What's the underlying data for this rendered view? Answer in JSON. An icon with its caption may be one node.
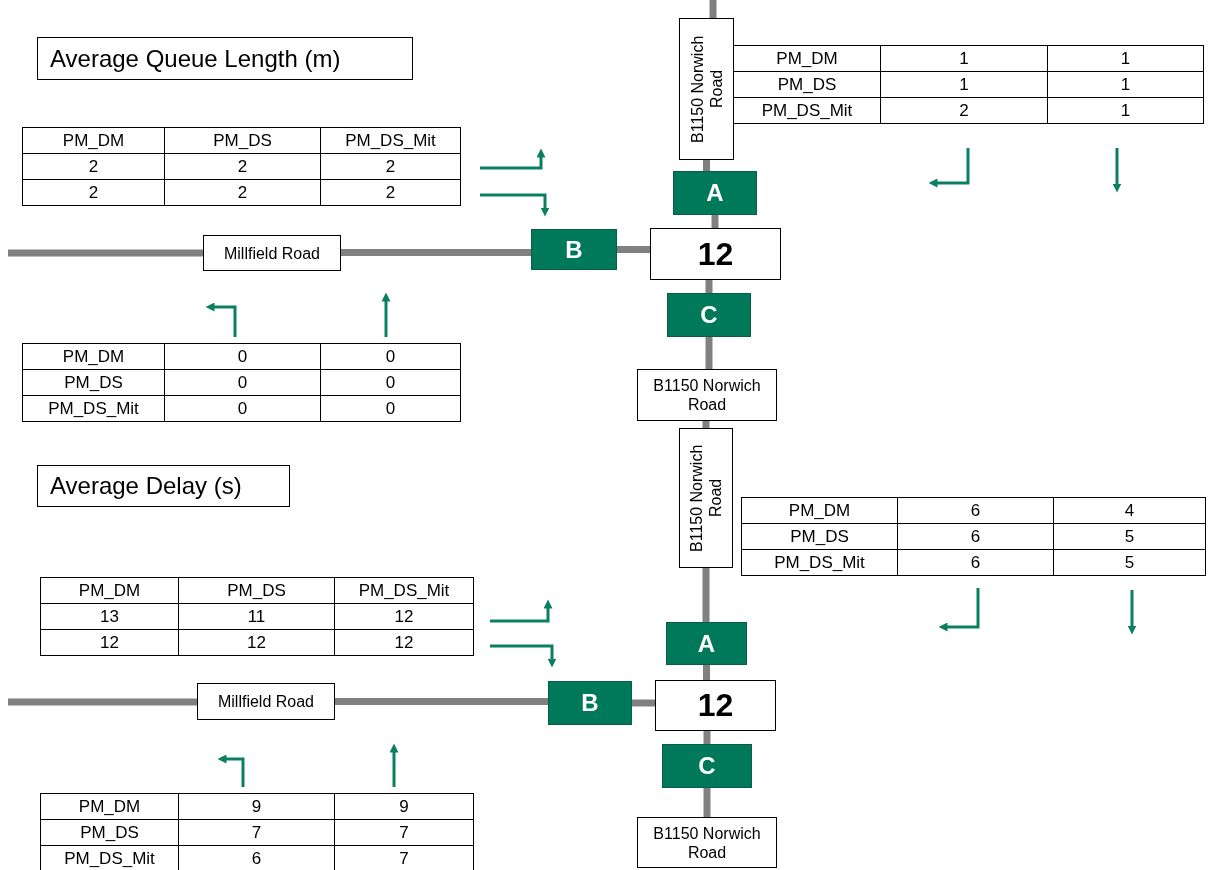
{
  "diagram": {
    "nodes": [
      {
        "text": [
          "B1150 Norwich Road"
        ]
      },
      {
        "text": [
          "A"
        ]
      },
      {
        "text": [
          "Millfield Road"
        ]
      },
      {
        "text": [
          "B"
        ]
      },
      {
        "text": [
          "12"
        ]
      },
      {
        "text": [
          "C"
        ]
      },
      {
        "text": [
          "B1150 Norwich Road"
        ]
      },
      {
        "text": [
          "B1150 Norwich Road"
        ]
      },
      {
        "text": [
          "A"
        ]
      },
      {
        "text": [
          "Millfield Road"
        ]
      },
      {
        "text": [
          "B"
        ]
      },
      {
        "text": [
          "12"
        ]
      },
      {
        "text": [
          "C"
        ]
      },
      {
        "text": [
          "B1150 Norwich Road"
        ]
      }
    ],
    "edges": [
      {
        "from": null,
        "to": 0,
        "arrow": "none"
      },
      {
        "from": 0,
        "to": 1,
        "arrow": "none"
      },
      {
        "from": 1,
        "to": 4,
        "arrow": "none"
      },
      {
        "from": null,
        "to": 2,
        "arrow": "none"
      },
      {
        "from": 2,
        "to": 3,
        "arrow": "none"
      },
      {
        "from": 3,
        "to": 4,
        "arrow": "none"
      },
      {
        "from": 4,
        "to": 5,
        "arrow": "none"
      },
      {
        "from": 5,
        "to": 6,
        "arrow": "none"
      },
      {
        "from": 6,
        "to": 7,
        "arrow": "none"
      },
      {
        "from": 7,
        "to": 8,
        "arrow": "none"
      },
      {
        "from": 8,
        "to": 11,
        "arrow": "none"
      },
      {
        "from": null,
        "to": 9,
        "arrow": "none"
      },
      {
        "from": 9,
        "to": 10,
        "arrow": "none"
      },
      {
        "from": 10,
        "to": 11,
        "arrow": "none"
      },
      {
        "from": 11,
        "to": 12,
        "arrow": "none"
      },
      {
        "from": 12,
        "to": 13,
        "arrow": "none"
      }
    ],
    "labels": [
      "Average Queue Length (m)",
      "PM_DM",
      "1",
      "1",
      "PM_DS",
      "1",
      "1",
      "PM_DS_Mit",
      "2",
      "1",
      "PM_DM",
      "PM_DS",
      "PM_DS_Mit",
      "2",
      "2",
      "2",
      "2",
      "2",
      "2",
      "PM_DM",
      "0",
      "0",
      "PM_DS",
      "0",
      "0",
      "PM_DS_Mit",
      "0",
      "0",
      "Average Delay (s)",
      "PM_DM",
      "6",
      "4",
      "PM_DS",
      "6",
      "5",
      "PM_DS_Mit",
      "6",
      "5",
      "PM_DM",
      "PM_DS",
      "PM_DS_Mit",
      "13",
      "11",
      "12",
      "12",
      "12",
      "12",
      "PM_DM",
      "9",
      "9",
      "PM_DS",
      "7",
      "7",
      "PM_DS_Mit",
      "6",
      "7"
    ]
  }
}
